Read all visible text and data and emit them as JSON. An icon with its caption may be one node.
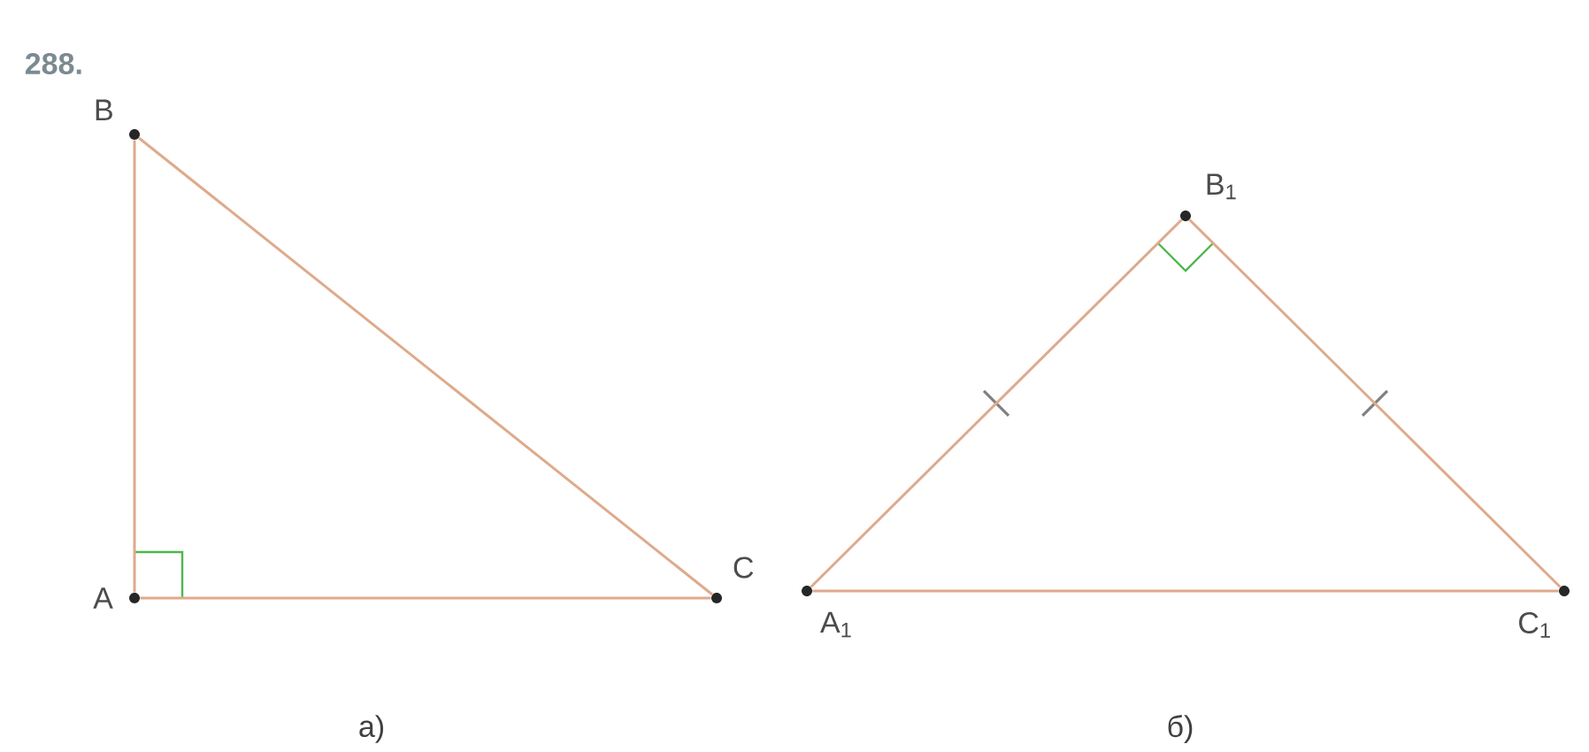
{
  "diagram": {
    "title": "288.",
    "nodes": [
      {
        "text": [
          "A"
        ]
      },
      {
        "text": [
          "B"
        ]
      },
      {
        "text": [
          "C"
        ]
      },
      {
        "text": [
          "A$_{1}$"
        ]
      },
      {
        "text": [
          "B$_{1}$"
        ]
      },
      {
        "text": [
          "C$_{1}$"
        ]
      }
    ],
    "edges": [
      {
        "from": 0,
        "to": 1,
        "arrow": "none"
      },
      {
        "from": 1,
        "to": 2,
        "arrow": "none"
      },
      {
        "from": 0,
        "to": 2,
        "arrow": "none"
      },
      {
        "from": 3,
        "to": 4,
        "arrow": "none"
      },
      {
        "from": 4,
        "to": 5,
        "arrow": "none"
      },
      {
        "from": 3,
        "to": 5,
        "arrow": "none"
      }
    ],
    "labels": [
      "а)",
      "б)"
    ]
  }
}
